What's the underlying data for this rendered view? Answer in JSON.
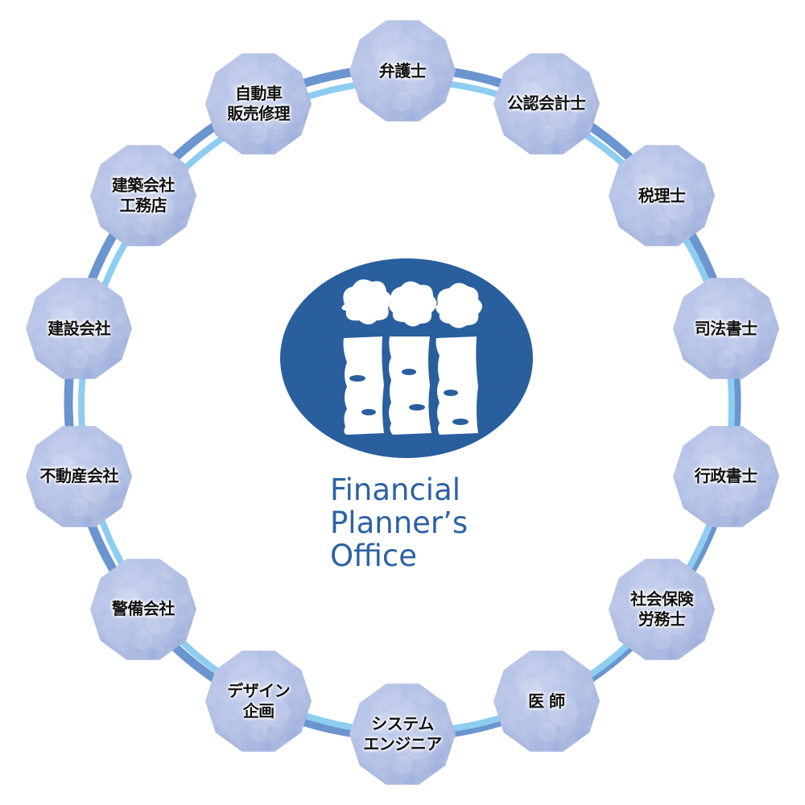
{
  "colors": {
    "ring_outer": "#6b95cf",
    "ring_inner": "#8ecdf0",
    "node_fill": "#a8b8e2",
    "node_fill_dark": "#8fa3d6",
    "logo_blue": "#2a5f9e",
    "logo_text": "#2d62a3"
  },
  "logo": {
    "icon_name": "three-figures-logo-icon",
    "lines": [
      "Financial",
      "Planner’s",
      "Office"
    ]
  },
  "nodes": [
    {
      "id": "bengoshi",
      "lines": [
        "弁護士"
      ]
    },
    {
      "id": "kouninkaikeishi",
      "lines": [
        "公認会計士"
      ]
    },
    {
      "id": "zeirishi",
      "lines": [
        "税理士"
      ]
    },
    {
      "id": "shihoushoshi",
      "lines": [
        "司法書士"
      ]
    },
    {
      "id": "gyouseishoshi",
      "lines": [
        "行政書士"
      ]
    },
    {
      "id": "sharoushi",
      "lines": [
        "社会保険",
        "労務士"
      ]
    },
    {
      "id": "ishi",
      "lines": [
        "医 師"
      ]
    },
    {
      "id": "system-engineer",
      "lines": [
        "システム",
        "エンジニア"
      ]
    },
    {
      "id": "design-kikaku",
      "lines": [
        "デザイン",
        "企画"
      ]
    },
    {
      "id": "keibi",
      "lines": [
        "警備会社"
      ]
    },
    {
      "id": "fudousan",
      "lines": [
        "不動産会社"
      ]
    },
    {
      "id": "kensetsu",
      "lines": [
        "建設会社"
      ]
    },
    {
      "id": "kenchiku",
      "lines": [
        "建築会社",
        "工務店"
      ]
    },
    {
      "id": "jidousha",
      "lines": [
        "自動車",
        "販売修理"
      ]
    }
  ]
}
